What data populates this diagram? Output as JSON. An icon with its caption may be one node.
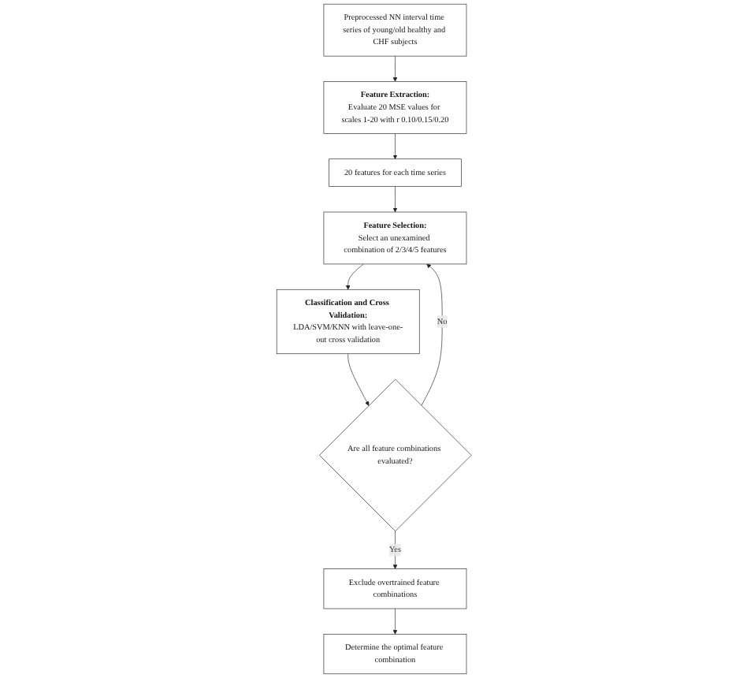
{
  "diagram": {
    "nodes": [
      {
        "text": [
          "Preprocessed NN interval time series of young/old healthy and CHF subjects"
        ]
      },
      {
        "text": [
          "Feature Extraction:",
          "Evaluate 20 MSE values for scales 1-20 with r 0.10/0.15/0.20"
        ]
      },
      {
        "text": [
          "20 features for each time series"
        ]
      },
      {
        "text": [
          "Feature Selection:",
          "Select an unexamined combination of 2/3/4/5 features"
        ]
      },
      {
        "text": [
          "Classification and Cross Validation:",
          "LDA/SVM/KNN with leave-one-out cross validation"
        ]
      },
      {
        "text": [
          "Are all feature combinations evaluated?"
        ]
      },
      {
        "text": [
          "Exclude overtrained feature combinations"
        ]
      },
      {
        "text": [
          "Determine the optimal feature combination"
        ]
      }
    ],
    "edges": [
      {
        "from": 0,
        "to": 1,
        "arrow": "to"
      },
      {
        "from": 1,
        "to": 2,
        "arrow": "to"
      },
      {
        "from": 2,
        "to": 3,
        "arrow": "to"
      },
      {
        "from": 3,
        "to": 4,
        "arrow": "to"
      },
      {
        "from": 4,
        "to": 5,
        "arrow": "to"
      },
      {
        "from": 5,
        "to": 3,
        "label": "No",
        "arrow": "to"
      },
      {
        "from": 5,
        "to": 6,
        "label": "Yes",
        "arrow": "to"
      },
      {
        "from": 6,
        "to": 7,
        "arrow": "to"
      }
    ]
  }
}
